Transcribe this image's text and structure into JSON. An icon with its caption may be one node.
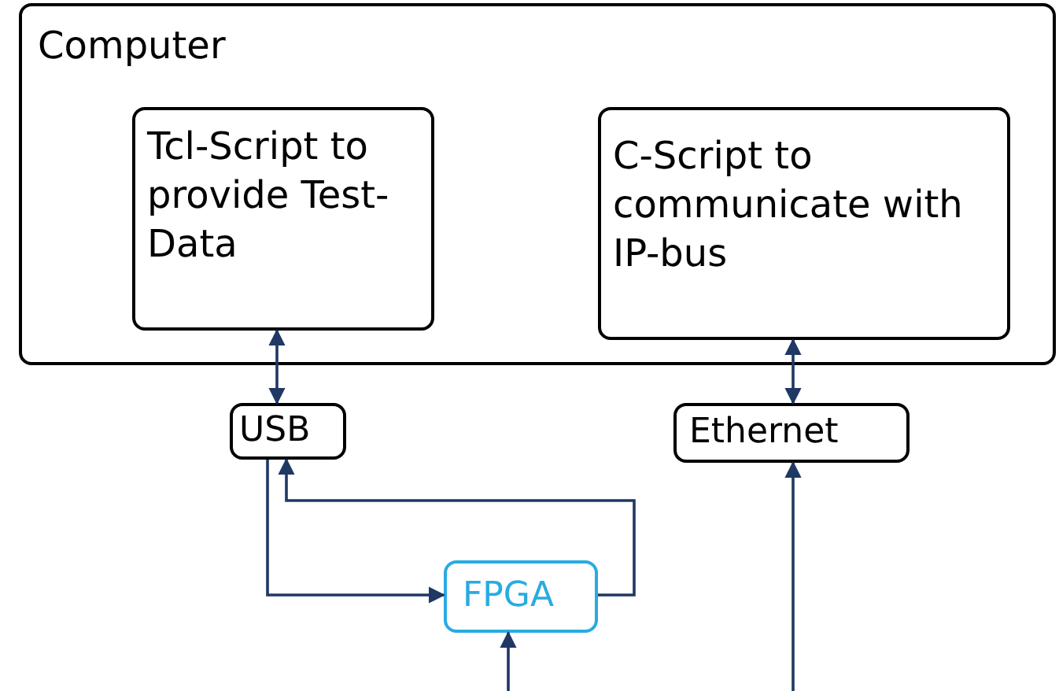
{
  "diagram": {
    "nodes": [
      {
        "text": [
          "Computer"
        ]
      },
      {
        "text": [
          "Tcl-Script to provide Test-Data"
        ],
        "in": 0
      },
      {
        "text": [
          "C-Script to communicate with IP-bus"
        ],
        "in": 0
      },
      {
        "text": [
          "USB"
        ]
      },
      {
        "text": [
          "Ethernet"
        ]
      },
      {
        "text": [
          "FPGA"
        ]
      }
    ],
    "edges": [
      {
        "from": 1,
        "to": 3,
        "arrow": "both"
      },
      {
        "from": 2,
        "to": 4,
        "arrow": "both"
      },
      {
        "from": 3,
        "to": 5,
        "arrow": "to"
      },
      {
        "from": 5,
        "to": 3,
        "arrow": "to"
      },
      {
        "from": null,
        "to": 5,
        "arrow": "to"
      },
      {
        "from": null,
        "to": 4,
        "arrow": "to"
      }
    ]
  }
}
